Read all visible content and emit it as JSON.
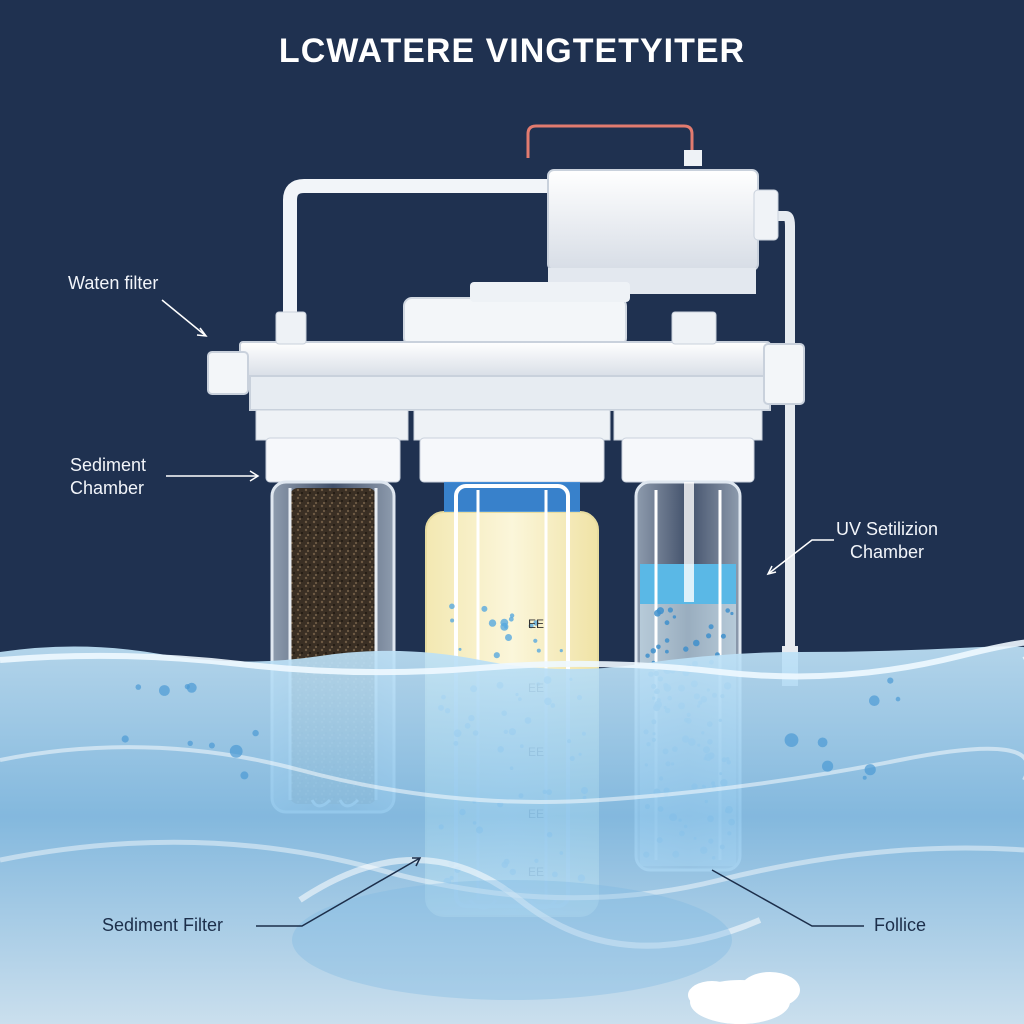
{
  "title": "LCWATERE VINGTETYITER",
  "labels": {
    "water_filter": "Waten filter",
    "sediment_chamber": [
      "Sediment",
      "Chamber"
    ],
    "uv_chamber": [
      "UV Setilizion",
      "Chamber"
    ],
    "sediment_filter": "Sediment Filter",
    "follice": "Follice"
  },
  "middle_cartridge_marks": [
    "EE",
    "EE",
    "EE",
    "EE",
    "EE"
  ],
  "colors": {
    "background": "#1f3150",
    "housing": "#f1f4f8",
    "water": "#8fc6ea",
    "sediment_media": "#3b3024",
    "resin": "#f6efc4",
    "uv_band": "#5ab8e6",
    "power_wire": "#e27b6f"
  }
}
